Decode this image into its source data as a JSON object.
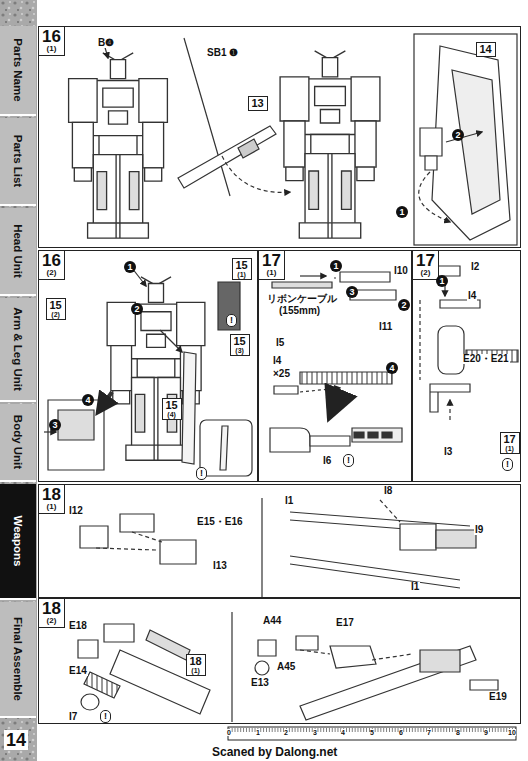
{
  "diagram": {
    "nodes": [
      {
        "text": [
          "Parts Name"
        ]
      },
      {
        "text": [
          "Parts List"
        ]
      },
      {
        "text": [
          "Head Unit"
        ]
      },
      {
        "text": [
          "Arm & Leg Unit"
        ]
      },
      {
        "text": [
          "Body Unit"
        ]
      },
      {
        "text": [
          "Weapons"
        ]
      },
      {
        "text": [
          "Final Assemble"
        ]
      },
      {
        "text": [
          "16",
          "(1)"
        ]
      },
      {
        "text": [
          "13"
        ],
        "in": 7
      },
      {
        "text": [
          "14"
        ],
        "in": 7
      },
      {
        "text": [
          "16",
          "(2)"
        ]
      },
      {
        "text": [
          "15",
          "(1)"
        ],
        "in": 10
      },
      {
        "text": [
          "15",
          "(2)"
        ],
        "in": 10
      },
      {
        "text": [
          "15",
          "(3)"
        ],
        "in": 10
      },
      {
        "text": [
          "15",
          "(4)"
        ],
        "in": 10
      },
      {
        "text": [
          "17",
          "(1)"
        ]
      },
      {
        "text": [
          "17",
          "(2)"
        ]
      },
      {
        "text": [
          "17",
          "(1)"
        ],
        "in": 16
      },
      {
        "text": [
          "18",
          "(1)"
        ]
      },
      {
        "text": [
          "18",
          "(2)"
        ]
      },
      {
        "text": [
          "18",
          "(1)"
        ],
        "in": 19
      }
    ],
    "labels": [
      "B❹",
      "SB1 ❶",
      "1",
      "2",
      "1",
      "2",
      "3",
      "4",
      "!",
      "!",
      "1",
      "2",
      "3",
      "I10",
      "I11",
      "リボンケーブル",
      "(155mm)",
      "I5",
      "I4",
      "×25",
      "4",
      "I6",
      "!",
      "I2",
      "1",
      "I4",
      "E20・E21",
      "I3",
      "!",
      "I12",
      "E15・E16",
      "I13",
      "I1",
      "I8",
      "I9",
      "I1",
      "E18",
      "E14",
      "I7",
      "!",
      "A44",
      "E17",
      "A45",
      "E13",
      "E19",
      "14",
      "0",
      "1",
      "2",
      "3",
      "4",
      "5",
      "6",
      "7",
      "8",
      "9",
      "10",
      "Scaned by Dalong.net"
    ]
  }
}
